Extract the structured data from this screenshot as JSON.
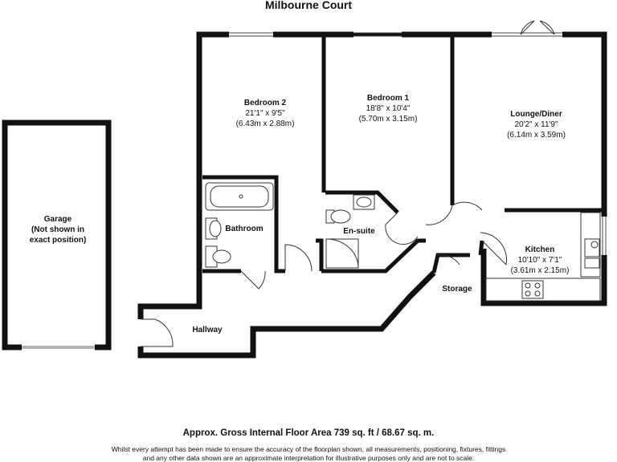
{
  "title": "Milbourne Court",
  "rooms": {
    "bedroom2": {
      "name": "Bedroom 2",
      "dim_imperial": "21'1\" x 9'5\"",
      "dim_metric": "(6.43m x 2.88m)"
    },
    "bedroom1": {
      "name": "Bedroom 1",
      "dim_imperial": "18'8\" x 10'4\"",
      "dim_metric": "(5.70m x 3.15m)"
    },
    "lounge": {
      "name": "Lounge/Diner",
      "dim_imperial": "20'2\" x 11'9\"",
      "dim_metric": "(6.14m x 3.59m)"
    },
    "kitchen": {
      "name": "Kitchen",
      "dim_imperial": "10'10\" x 7'1\"",
      "dim_metric": "(3.61m x 2.15m)"
    },
    "bathroom": {
      "name": "Bathroom"
    },
    "ensuite": {
      "name": "En-suite"
    },
    "storage": {
      "name": "Storage"
    },
    "hallway": {
      "name": "Hallway"
    },
    "garage": {
      "name": "Garage",
      "note_line1": "(Not shown in",
      "note_line2": "exact position)"
    }
  },
  "footer": {
    "area": "Approx. Gross Internal Floor Area 739 sq. ft / 68.67 sq. m.",
    "disclaimer_line1": "Whilst every attempt has been made to ensure the accuracy of the floorplan shown, all measurements, positioning, fixtures, fittings",
    "disclaimer_line2": "and any other data shown are an approximate interpretation for illustrative purposes only and are not to scale."
  },
  "colors": {
    "wall": "#111111",
    "line": "#555555",
    "background": "#ffffff"
  }
}
